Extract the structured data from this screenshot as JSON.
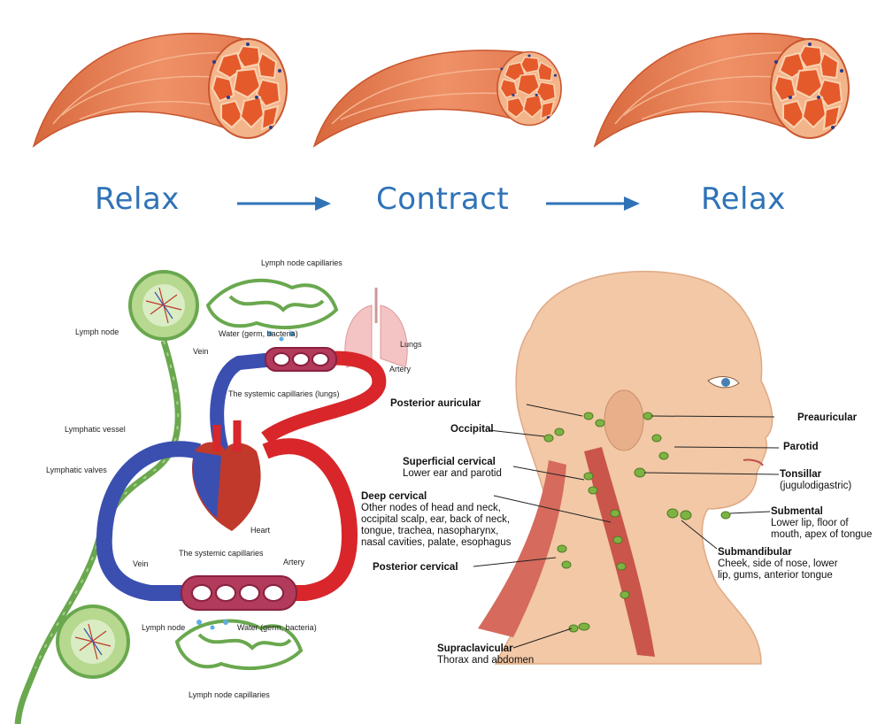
{
  "top": {
    "stages": [
      "Relax",
      "Contract",
      "Relax"
    ],
    "colors": {
      "label": "#2f73b7",
      "muscle": "#ea855a",
      "muscle_dark": "#c9562e",
      "fascicle": "#e55a2a"
    }
  },
  "lymph_diagram": {
    "labels": {
      "lymph_node_capillaries_top": "Lymph node capillaries",
      "lymph_node_top": "Lymph node",
      "water_top": "Water (germ, bacteria)",
      "lungs": "Lungs",
      "vein_top": "Vein",
      "artery_top": "Artery",
      "systemic_capillaries_lungs": "The systemic capillaries (lungs)",
      "lymphatic_vessel": "Lymphatic vessel",
      "lymphatic_valves": "Lymphatic valves",
      "heart": "Heart",
      "systemic_capillaries": "The systemic capillaries",
      "vein_bottom": "Vein",
      "artery_bottom": "Artery",
      "lymph_node_bottom": "Lymph node",
      "water_bottom": "Water (germ, bacteria)",
      "lymph_node_capillaries_bottom": "Lymph node capillaries"
    },
    "colors": {
      "vein": "#3a4fb0",
      "artery": "#d8262b",
      "lymph": "#6aa84f"
    }
  },
  "neck_diagram": {
    "groups": {
      "posterior_auricular": {
        "title": "Posterior auricular"
      },
      "occipital": {
        "title": "Occipital"
      },
      "superficial_cervical": {
        "title": "Superficial cervical",
        "desc": "Lower ear and parotid"
      },
      "deep_cervical": {
        "title": "Deep cervical",
        "desc": [
          "Other nodes of head and neck,",
          "occipital scalp, ear, back of neck,",
          "tongue, trachea, nasopharynx,",
          "nasal cavities, palate, esophagus"
        ]
      },
      "posterior_cervical": {
        "title": "Posterior cervical"
      },
      "supraclavicular": {
        "title": "Supraclavicular",
        "desc": "Thorax and abdomen"
      },
      "preauricular": {
        "title": "Preauricular"
      },
      "parotid": {
        "title": "Parotid"
      },
      "tonsillar": {
        "title": "Tonsillar",
        "desc": "(jugulodigastric)"
      },
      "submental": {
        "title": "Submental",
        "desc": [
          "Lower lip, floor of",
          "mouth, apex of tongue"
        ]
      },
      "submandibular": {
        "title": "Submandibular",
        "desc": [
          "Cheek, side of nose, lower",
          "lip, gums, anterior tongue"
        ]
      }
    },
    "colors": {
      "skin": "#f2c8a6",
      "node": "#7cb342",
      "muscle": "#c9554b"
    }
  }
}
